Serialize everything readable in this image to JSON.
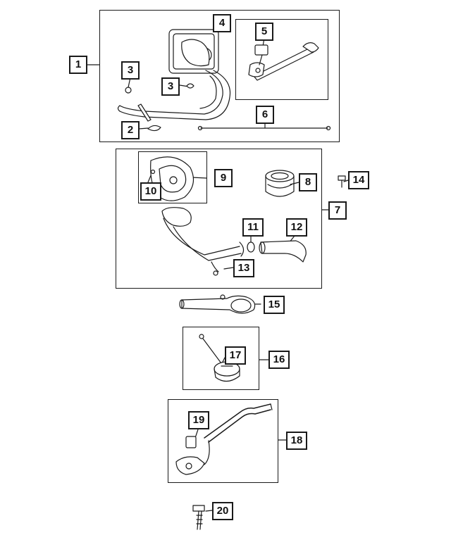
{
  "diagram": {
    "callouts": {
      "c1": "1",
      "c2": "2",
      "c3a": "3",
      "c3b": "3",
      "c4": "4",
      "c5": "5",
      "c6": "6",
      "c7": "7",
      "c8": "8",
      "c9": "9",
      "c10": "10",
      "c11": "11",
      "c12": "12",
      "c13": "13",
      "c14": "14",
      "c15": "15",
      "c16": "16",
      "c17": "17",
      "c18": "18",
      "c19": "19",
      "c20": "20"
    },
    "colors": {
      "line": "#1a1a1a",
      "fill": "#ffffff",
      "shade": "#d9d9d9"
    }
  }
}
